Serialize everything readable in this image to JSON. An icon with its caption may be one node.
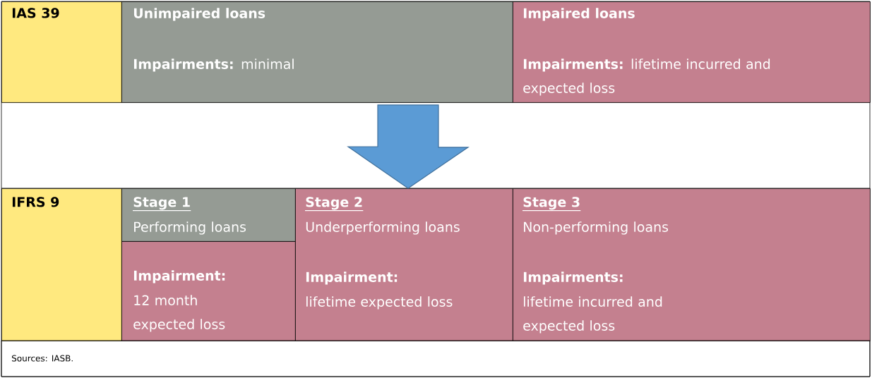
{
  "diagram": {
    "nodes": [
      {
        "text": [
          "IAS 39"
        ]
      },
      {
        "text": [
          "Unimpaired loans",
          "**Impairments:** minimal"
        ]
      },
      {
        "text": [
          "Impaired loans",
          "**Impairments:** lifetime incurred and expected loss"
        ]
      },
      {
        "text": [
          "IFRS 9"
        ]
      },
      {
        "text": [
          "Stage 1",
          "Performing loans"
        ]
      },
      {
        "text": [
          "Impairment:",
          "12 month expected loss"
        ]
      },
      {
        "text": [
          "Stage 2",
          "Underperforming loans",
          "Impairment:",
          "lifetime expected loss"
        ]
      },
      {
        "text": [
          "Stage 3",
          "Non-performing loans",
          "Impairments:",
          "lifetime incurred and expected loss"
        ]
      }
    ],
    "edges": [
      {
        "from": 1,
        "to": 6,
        "arrow": "to",
        "style": "thick"
      }
    ],
    "labels": [
      "Sources: IASB."
    ]
  }
}
